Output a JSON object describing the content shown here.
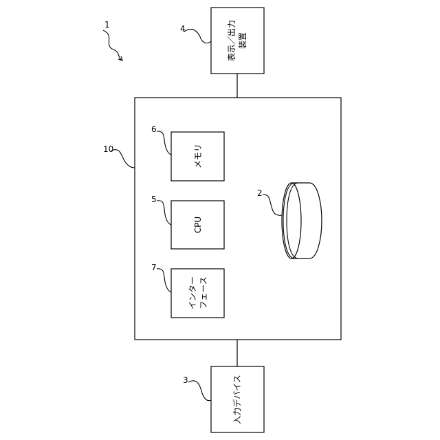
{
  "system": {
    "ref": "1"
  },
  "computer": {
    "ref": "10"
  },
  "display_io": {
    "ref": "4",
    "label_line1": "表示／出力",
    "label_line2": "装置"
  },
  "input_device": {
    "ref": "3",
    "label": "入力デバイス"
  },
  "memory": {
    "ref": "6",
    "label": "メモリ"
  },
  "cpu": {
    "ref": "5",
    "label": "CPU"
  },
  "interface": {
    "ref": "7",
    "label_line1": "インター",
    "label_line2": "フェース"
  },
  "storage": {
    "ref": "2"
  }
}
